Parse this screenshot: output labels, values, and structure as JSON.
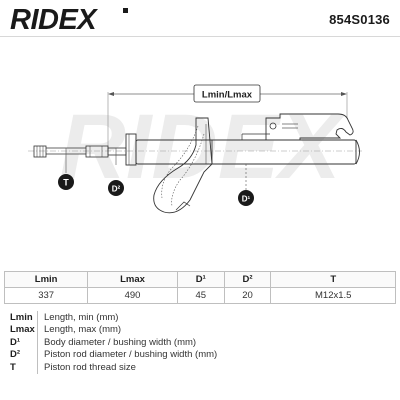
{
  "header": {
    "brand": "RIDEX",
    "part_number": "854S0136"
  },
  "drawing": {
    "dimension_label": "Lmin/Lmax",
    "callouts": {
      "thread": "T",
      "rod_diameter": "D²",
      "body_diameter": "D¹"
    },
    "watermark": "RIDEX"
  },
  "table": {
    "headers": [
      "Lmin",
      "Lmax",
      "D¹",
      "D²",
      "T"
    ],
    "values": [
      "337",
      "490",
      "45",
      "20",
      "M12x1.5"
    ]
  },
  "legend": [
    {
      "code": "Lmin",
      "desc": "Length, min (mm)"
    },
    {
      "code": "Lmax",
      "desc": "Length, max (mm)"
    },
    {
      "code": "D¹",
      "desc": "Body diameter / bushing width (mm)"
    },
    {
      "code": "D²",
      "desc": "Piston rod diameter / bushing width (mm)"
    },
    {
      "code": "T",
      "desc": "Piston rod thread size"
    }
  ]
}
